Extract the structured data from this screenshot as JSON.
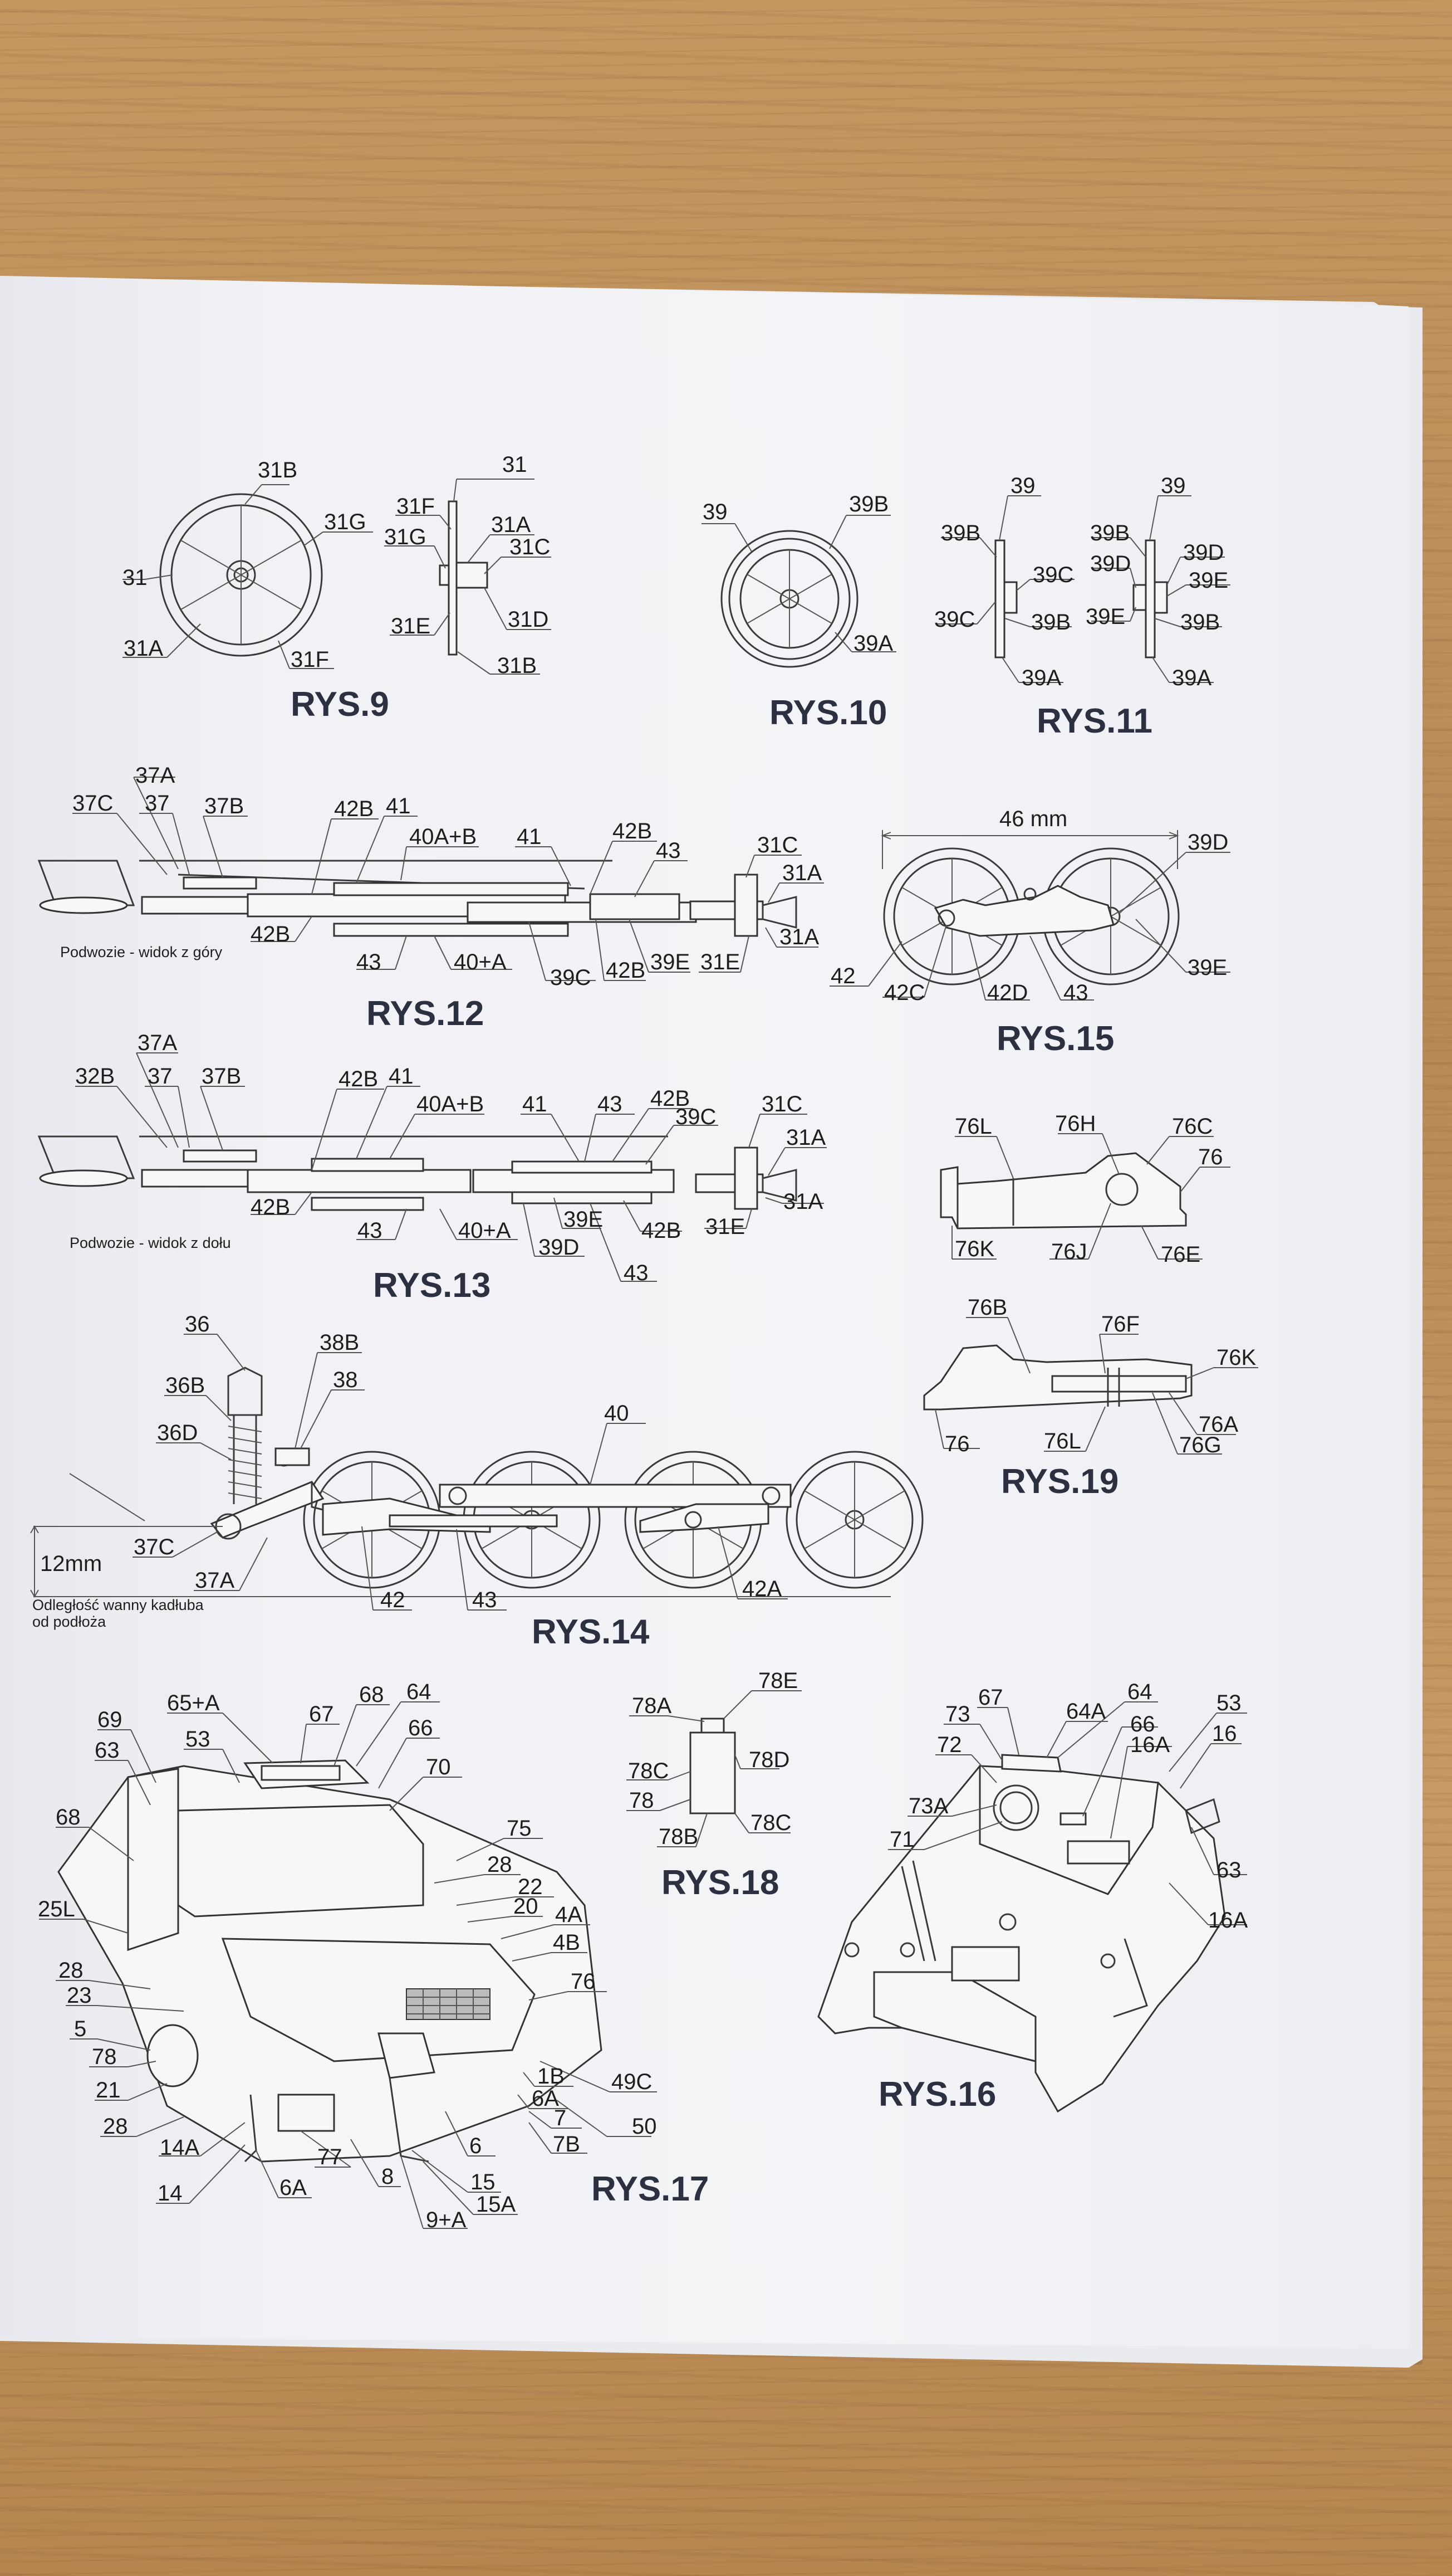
{
  "captions": {
    "rys9": "RYS.9",
    "rys10": "RYS.10",
    "rys11": "RYS.11",
    "rys12": "RYS.12",
    "rys13": "RYS.13",
    "rys14": "RYS.14",
    "rys15": "RYS.15",
    "rys16": "RYS.16",
    "rys17": "RYS.17",
    "rys18": "RYS.18",
    "rys19": "RYS.19"
  },
  "notes": {
    "rys12_view": "Podwozie - widok z góry",
    "rys13_view": "Podwozie - widok z dołu",
    "rys14_distance": "12mm",
    "rys14_note_line1": "Odległość wanny kadłuba",
    "rys14_note_line2": "od podłoża",
    "rys15_dimension": "46 mm"
  },
  "labels": {
    "rys9": [
      "31B",
      "31G",
      "31",
      "31A",
      "31F",
      "31F",
      "31G",
      "31E",
      "31",
      "31A",
      "31C",
      "31D",
      "31B"
    ],
    "rys10": [
      "39",
      "39B",
      "39A"
    ],
    "rys11": [
      "39",
      "39B",
      "39C",
      "39C",
      "39B",
      "39A",
      "39",
      "39B",
      "39D",
      "39D",
      "39E",
      "39E",
      "39B",
      "39A"
    ],
    "rys12": [
      "37A",
      "37C",
      "37",
      "37B",
      "42B",
      "41",
      "40A+B",
      "41",
      "42B",
      "43",
      "31C",
      "31A",
      "42B",
      "43",
      "40+A",
      "39C",
      "42B",
      "39E",
      "31E",
      "31A"
    ],
    "rys13": [
      "37A",
      "32B",
      "37",
      "37B",
      "42B",
      "41",
      "40A+B",
      "41",
      "43",
      "42B",
      "39C",
      "31C",
      "31A",
      "42B",
      "43",
      "40+A",
      "39E",
      "39D",
      "42B",
      "43",
      "31E",
      "31A"
    ],
    "rys14": [
      "36",
      "38B",
      "36B",
      "38",
      "36D",
      "40",
      "37C",
      "37A",
      "42",
      "43",
      "42A"
    ],
    "rys15": [
      "39D",
      "42",
      "42C",
      "42D",
      "43",
      "39E"
    ],
    "rys16": [
      "67",
      "64A",
      "64",
      "73",
      "66",
      "53",
      "72",
      "16A",
      "16",
      "73A",
      "71",
      "63",
      "16A"
    ],
    "rys17": [
      "69",
      "65+A",
      "67",
      "68",
      "64",
      "63",
      "53",
      "66",
      "70",
      "68",
      "75",
      "28",
      "22",
      "20",
      "25L",
      "4A",
      "4B",
      "28",
      "23",
      "76",
      "5",
      "78",
      "21",
      "49C",
      "28",
      "1B",
      "6A",
      "7",
      "7B",
      "50",
      "14A",
      "14",
      "6A",
      "77",
      "8",
      "6",
      "15",
      "15A",
      "9+A"
    ],
    "rys18": [
      "78E",
      "78A",
      "78D",
      "78C",
      "78",
      "78B",
      "78C"
    ],
    "rys19": [
      "76L",
      "76H",
      "76C",
      "76",
      "76K",
      "76J",
      "76E",
      "76B",
      "76F",
      "76K",
      "76A",
      "76",
      "76L",
      "76G"
    ]
  }
}
